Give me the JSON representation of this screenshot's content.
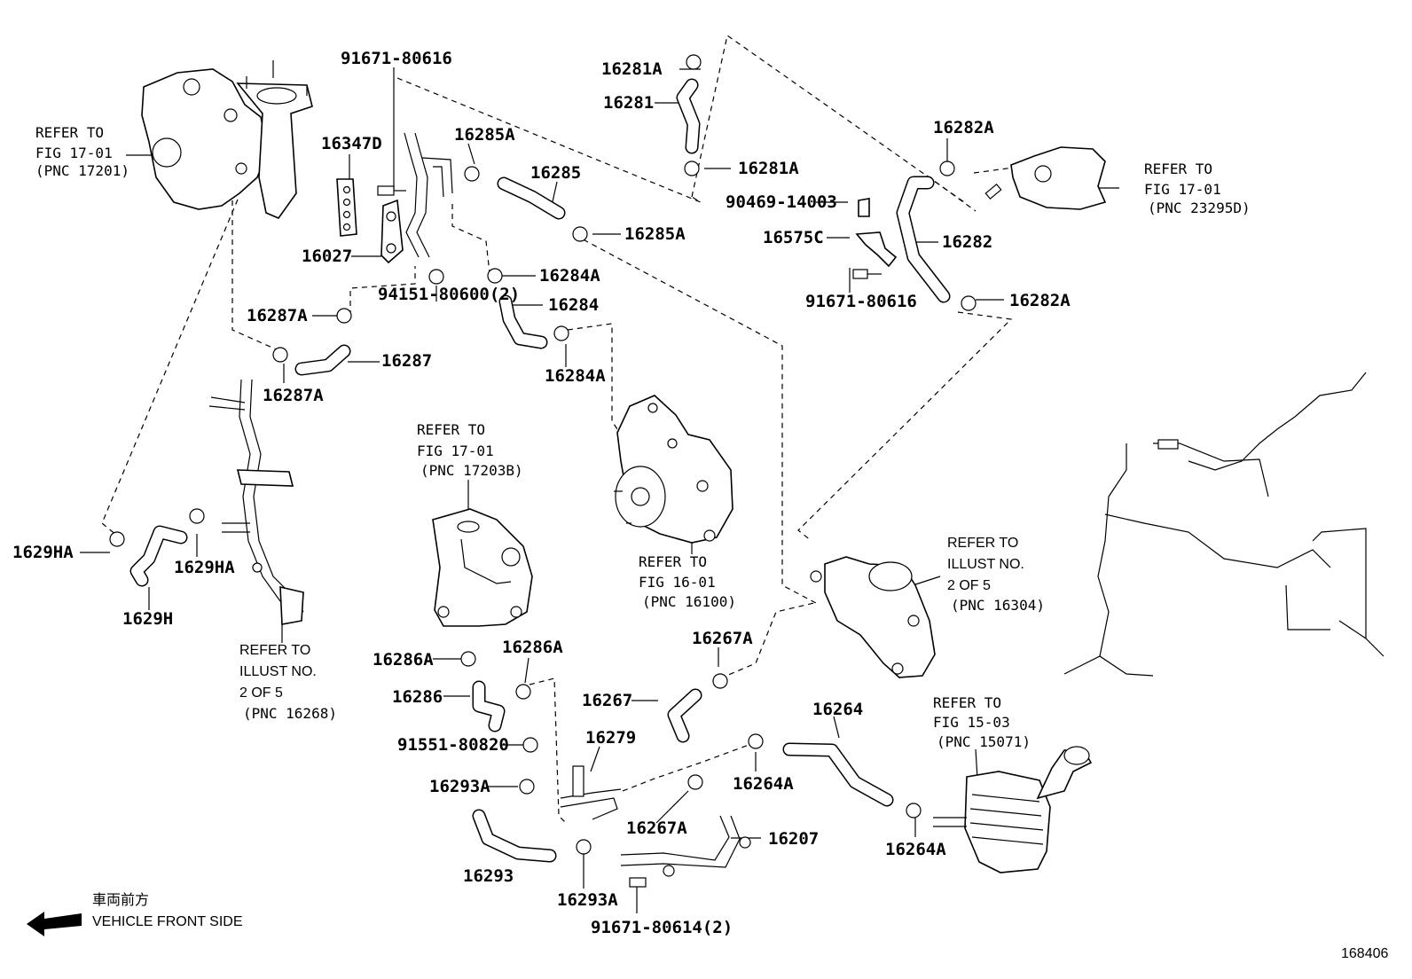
{
  "figure_number": "168406",
  "front_indicator": {
    "jp_text": "車両前方",
    "en_text": "VEHICLE FRONT SIDE"
  },
  "part_labels": [
    {
      "id": "p91671_80616_top",
      "text": "91671-80616"
    },
    {
      "id": "p16347D",
      "text": "16347D"
    },
    {
      "id": "p16027",
      "text": "16027"
    },
    {
      "id": "p16285A_top",
      "text": "16285A"
    },
    {
      "id": "p16285",
      "text": "16285"
    },
    {
      "id": "p16285A_bot",
      "text": "16285A"
    },
    {
      "id": "p94151",
      "text": "94151-80600(2)"
    },
    {
      "id": "p16284A_top",
      "text": "16284A"
    },
    {
      "id": "p16284",
      "text": "16284"
    },
    {
      "id": "p16284A_bot",
      "text": "16284A"
    },
    {
      "id": "p16287A_top",
      "text": "16287A"
    },
    {
      "id": "p16287",
      "text": "16287"
    },
    {
      "id": "p16287A_bot",
      "text": "16287A"
    },
    {
      "id": "p16281A_top",
      "text": "16281A"
    },
    {
      "id": "p16281",
      "text": "16281"
    },
    {
      "id": "p16281A_bot",
      "text": "16281A"
    },
    {
      "id": "p90469",
      "text": "90469-14003"
    },
    {
      "id": "p16575C",
      "text": "16575C"
    },
    {
      "id": "p91671_80616_mid",
      "text": "91671-80616"
    },
    {
      "id": "p16282A_top",
      "text": "16282A"
    },
    {
      "id": "p16282",
      "text": "16282"
    },
    {
      "id": "p16282A_bot",
      "text": "16282A"
    },
    {
      "id": "p1629HA_left",
      "text": "1629HA"
    },
    {
      "id": "p1629HA_right",
      "text": "1629HA"
    },
    {
      "id": "p1629H",
      "text": "1629H"
    },
    {
      "id": "p16286A_left",
      "text": "16286A"
    },
    {
      "id": "p16286A_right",
      "text": "16286A"
    },
    {
      "id": "p16286",
      "text": "16286"
    },
    {
      "id": "p91551",
      "text": "91551-80820"
    },
    {
      "id": "p16279",
      "text": "16279"
    },
    {
      "id": "p16293A_top",
      "text": "16293A"
    },
    {
      "id": "p16293",
      "text": "16293"
    },
    {
      "id": "p16293A_bot",
      "text": "16293A"
    },
    {
      "id": "p91671_80614",
      "text": "91671-80614(2)"
    },
    {
      "id": "p16267",
      "text": "16267"
    },
    {
      "id": "p16267A_top",
      "text": "16267A"
    },
    {
      "id": "p16267A_bot",
      "text": "16267A"
    },
    {
      "id": "p16207",
      "text": "16207"
    },
    {
      "id": "p16264",
      "text": "16264"
    },
    {
      "id": "p16264A_top",
      "text": "16264A"
    },
    {
      "id": "p16264A_bot",
      "text": "16264A"
    }
  ],
  "references": [
    {
      "id": "ref_17201",
      "lines": [
        "REFER TO",
        "FIG 17-01",
        "(PNC 17201)"
      ]
    },
    {
      "id": "ref_23295D",
      "lines": [
        "REFER TO",
        "FIG 17-01",
        "(PNC 23295D)"
      ]
    },
    {
      "id": "ref_17203B",
      "lines": [
        "REFER TO",
        "FIG 17-01",
        "(PNC 17203B)"
      ]
    },
    {
      "id": "ref_16100",
      "lines": [
        "REFER TO",
        "FIG 16-01",
        "(PNC 16100)"
      ]
    },
    {
      "id": "ref_16304",
      "lines": [
        "REFER TO",
        "ILLUST NO.",
        "2 OF 5",
        "(PNC 16304)"
      ]
    },
    {
      "id": "ref_16268",
      "lines": [
        "REFER TO",
        "ILLUST NO.",
        "2 OF 5",
        "(PNC 16268)"
      ]
    },
    {
      "id": "ref_15071",
      "lines": [
        "REFER TO",
        "FIG 15-03",
        "(PNC 15071)"
      ]
    }
  ]
}
